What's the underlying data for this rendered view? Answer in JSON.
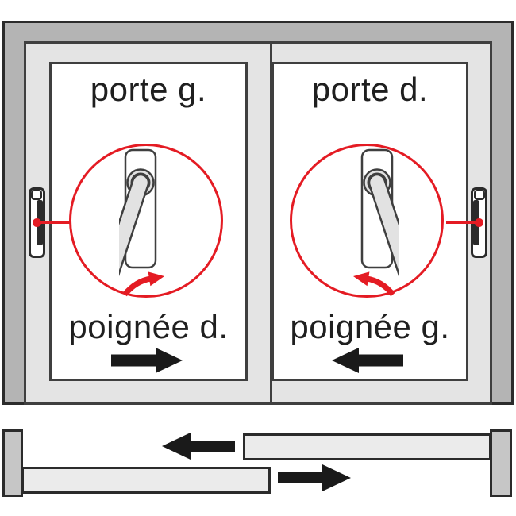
{
  "doors": {
    "left": {
      "door_label": "porte g.",
      "handle_label": "poignée d.",
      "slide_direction": "right"
    },
    "right": {
      "door_label": "porte d.",
      "handle_label": "poignée g.",
      "slide_direction": "left"
    }
  },
  "plan_view": {
    "upper_panel_direction": "left",
    "lower_panel_direction": "right"
  },
  "colors": {
    "highlight_red": "#e41b23",
    "frame_gray": "#b4b4b4",
    "sash_gray": "#e4e4e4",
    "jamb_gray": "#c6c6c6",
    "track_gray": "#ebebeb",
    "outline_dark": "#3f3f3f",
    "arrow_black": "#1a1a1a",
    "text_color": "#1f1f1f"
  }
}
